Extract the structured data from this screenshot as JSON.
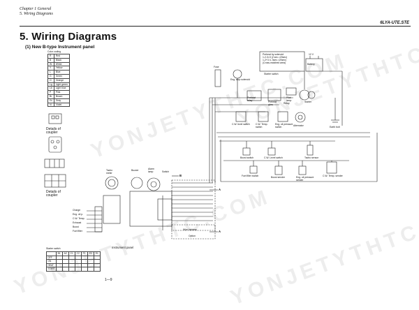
{
  "header": {
    "chapter": "Chapter 1 General",
    "section": "5. Wiring  Diagrams",
    "model": "6LYA-UTE.STE"
  },
  "title": "5.  Wiring  Diagrams",
  "subtitle": "(1) New B-type Instrument panel",
  "page_number": "1—9",
  "watermarks": [
    "YONJETYTHTC.COM",
    "YONJETYTHTC.COM",
    "YONJETYTHTC.COM",
    "YONJETYTHTC.COM"
  ],
  "legend": {
    "caption": "Color coding",
    "rows": [
      [
        "R",
        "Red"
      ],
      [
        "B",
        "Black"
      ],
      [
        "W",
        "White"
      ],
      [
        "Y",
        "Yellow"
      ],
      [
        "L",
        "Blue"
      ],
      [
        "G",
        "Green"
      ],
      [
        "O",
        "Orange"
      ],
      [
        "Lg",
        "Light green"
      ],
      [
        "Lb",
        "Light blue"
      ],
      [
        "P",
        "Pink"
      ],
      [
        "Br",
        "Brown"
      ],
      [
        "Gr",
        "Gray"
      ],
      [
        "Vi",
        "Violet"
      ]
    ]
  },
  "coupler": {
    "label1": "Details of\ncoupler",
    "label2": "Details of\ncoupler"
  },
  "labels": {
    "preheat_note": "Preheat by solenoid\n1-2-3=3 (2 sec.=20sec)\n1-2+3 4- 3sec.=20sec)\n(Cross-matched area)",
    "starter_switch_top": "Starter switch",
    "battery_v": "12 V",
    "battery": "Battery",
    "fuse_top": "Fuse",
    "stop_solenoid": "Eng. stop solenoid",
    "preheat_relay": "Preheat\nrelay",
    "preheat_glow": "Preheat\nglow",
    "pilot_lamp": "Pilot\nlamp",
    "starter": "Starter",
    "relay_fuse": "Relay",
    "alternator": "Alternator",
    "earth_bolt": "Earth bolt",
    "cw_level": "C.W. level switch",
    "cw_temp": "C.W. Temp.\nswitch",
    "oil_pressure": "Eng. oil pressure\nswitch",
    "boost_switch": "Boost switch",
    "cw_level_sensor": "C.W. Level switch",
    "tacho_sensor": "Tacho sensor",
    "fuel_filter_switch": "Fuel filter switch",
    "boost_sender": "Boost sender",
    "oil_sender": "Eng. oil pressure\nsender",
    "cw_temp_sender": "C.W. Temp. sender",
    "b_mark": "B",
    "a_mark": "A",
    "warning_lamps": [
      "Charge",
      "Eng. oil p.",
      "C.W. Temp.",
      "Exhaust",
      "Boost",
      "Fuel filter"
    ],
    "instrument_panel": "Instrument panel",
    "wire_harness": "Wire harness",
    "option": "Option",
    "starter_switch_table": "Starter switch",
    "tacho_label": "Tacho\nmeter",
    "buzzer_label": "Buzzer",
    "alarm_label": "Alarm\nlamp",
    "sw_label": "Switch"
  },
  "starter_table": {
    "header": [
      "",
      "B1",
      "AC",
      "C1",
      "C2",
      "P1",
      "P2",
      "R1"
    ],
    "rows": [
      [
        "OFF"
      ],
      [
        "ON"
      ],
      [
        "HEAT"
      ],
      [
        "START"
      ]
    ]
  }
}
